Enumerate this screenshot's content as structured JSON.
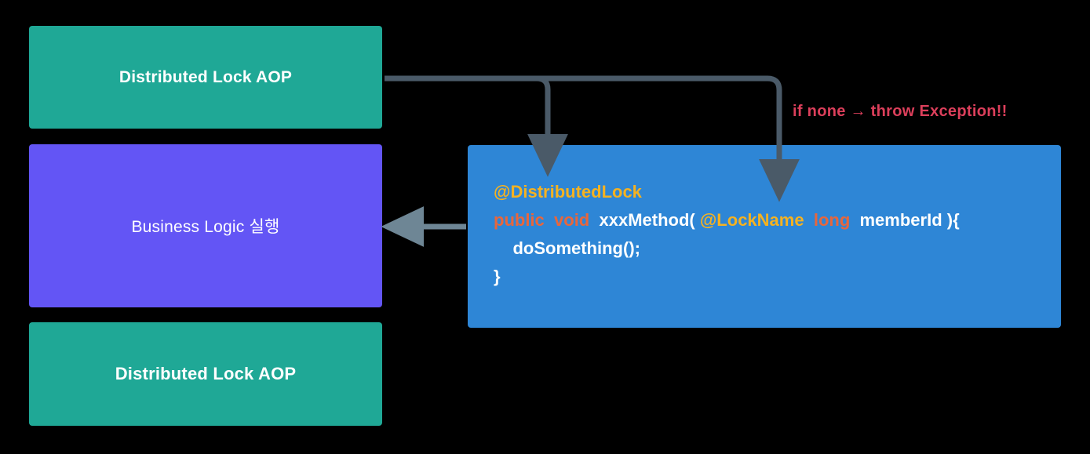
{
  "diagram": {
    "title": "Distributed Lock AOP flow",
    "background_color": "#000000",
    "boxes": {
      "aop_top": {
        "label": "Distributed Lock AOP",
        "color": "#1FA896"
      },
      "business_logic": {
        "label": "Business Logic 실행",
        "color": "#6355F5"
      },
      "aop_bottom": {
        "label": "Distributed Lock AOP",
        "color": "#1FA896"
      }
    },
    "code_block": {
      "background_color": "#2E86D6",
      "lines": [
        {
          "id": "line-annotation",
          "tokens": [
            {
              "text": "@DistributedLock",
              "kind": "annotation"
            }
          ]
        },
        {
          "id": "line-signature",
          "tokens": [
            {
              "text": "public",
              "kind": "keyword"
            },
            {
              "text": "  ",
              "kind": "plain"
            },
            {
              "text": "void",
              "kind": "keyword"
            },
            {
              "text": "  ",
              "kind": "plain"
            },
            {
              "text": "xxxMethod(",
              "kind": "plain"
            },
            {
              "text": " ",
              "kind": "plain"
            },
            {
              "text": "@LockName",
              "kind": "annotation"
            },
            {
              "text": "  ",
              "kind": "plain"
            },
            {
              "text": "long",
              "kind": "keyword"
            },
            {
              "text": "  ",
              "kind": "plain"
            },
            {
              "text": "memberId",
              "kind": "plain"
            },
            {
              "text": " ){",
              "kind": "plain"
            }
          ]
        },
        {
          "id": "line-body",
          "tokens": [
            {
              "text": "    doSomething();",
              "kind": "plain"
            }
          ]
        },
        {
          "id": "line-close",
          "tokens": [
            {
              "text": "}",
              "kind": "plain"
            }
          ]
        }
      ],
      "token_colors": {
        "annotation": "#F5B221",
        "keyword": "#E8663C",
        "plain": "#ffffff"
      }
    },
    "annotations": {
      "exception_note": {
        "text": "if none → throw Exception!!",
        "color": "#DC3F5B"
      }
    },
    "connectors": {
      "line_color": "#4A5A68",
      "arrow_to_business_logic_color": "#6E8695",
      "items": [
        {
          "name": "aop-to-method-declaration",
          "from": "aop_top",
          "to": "code_block"
        },
        {
          "name": "aop-to-lockname-parameter",
          "from": "aop_top",
          "to": "code_block"
        },
        {
          "name": "code-to-business-logic",
          "from": "code_block",
          "to": "business_logic"
        }
      ]
    }
  }
}
